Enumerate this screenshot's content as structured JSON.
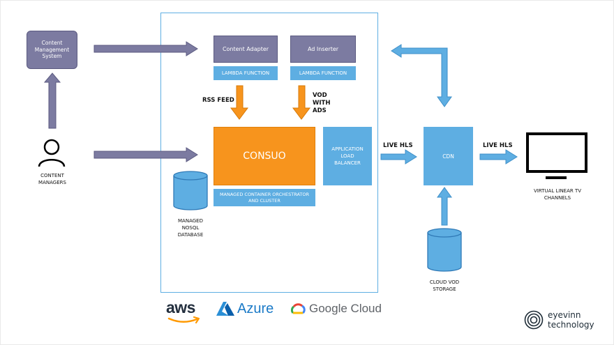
{
  "nodes": {
    "cms": "Content Management System",
    "content_adapter": "Content Adapter",
    "content_adapter_lambda": "LAMBDA FUNCTION",
    "ad_inserter": "Ad Inserter",
    "ad_inserter_lambda": "LAMBDA FUNCTION",
    "consuo": "CONSUO",
    "orchestrator": "MANAGED CONTAINER ORCHESTRATOR AND CLUSTER",
    "alb": "APPLICATION LOAD BALANCER",
    "cdn": "CDN",
    "content_managers": "CONTENT MANAGERS",
    "nosql": "MANAGED NOSQL DATABASE",
    "cloud_storage": "CLOUD VOD STORAGE",
    "tv": "VIRTUAL LINEAR TV CHANNELS"
  },
  "edges": {
    "rss_feed": "RSS FEED",
    "vod_with_ads": "VOD WITH ADS",
    "live_hls_1": "LIVE HLS",
    "live_hls_2": "LIVE HLS"
  },
  "providers": {
    "aws": "aws",
    "azure": "Azure",
    "google": "Google Cloud"
  },
  "brand": {
    "line1": "eyevinn",
    "line2": "technology"
  },
  "colors": {
    "purple": "#7c7ba1",
    "cyan": "#5eaee2",
    "orange": "#f7941d",
    "cloud_border": "#5eaee2"
  }
}
